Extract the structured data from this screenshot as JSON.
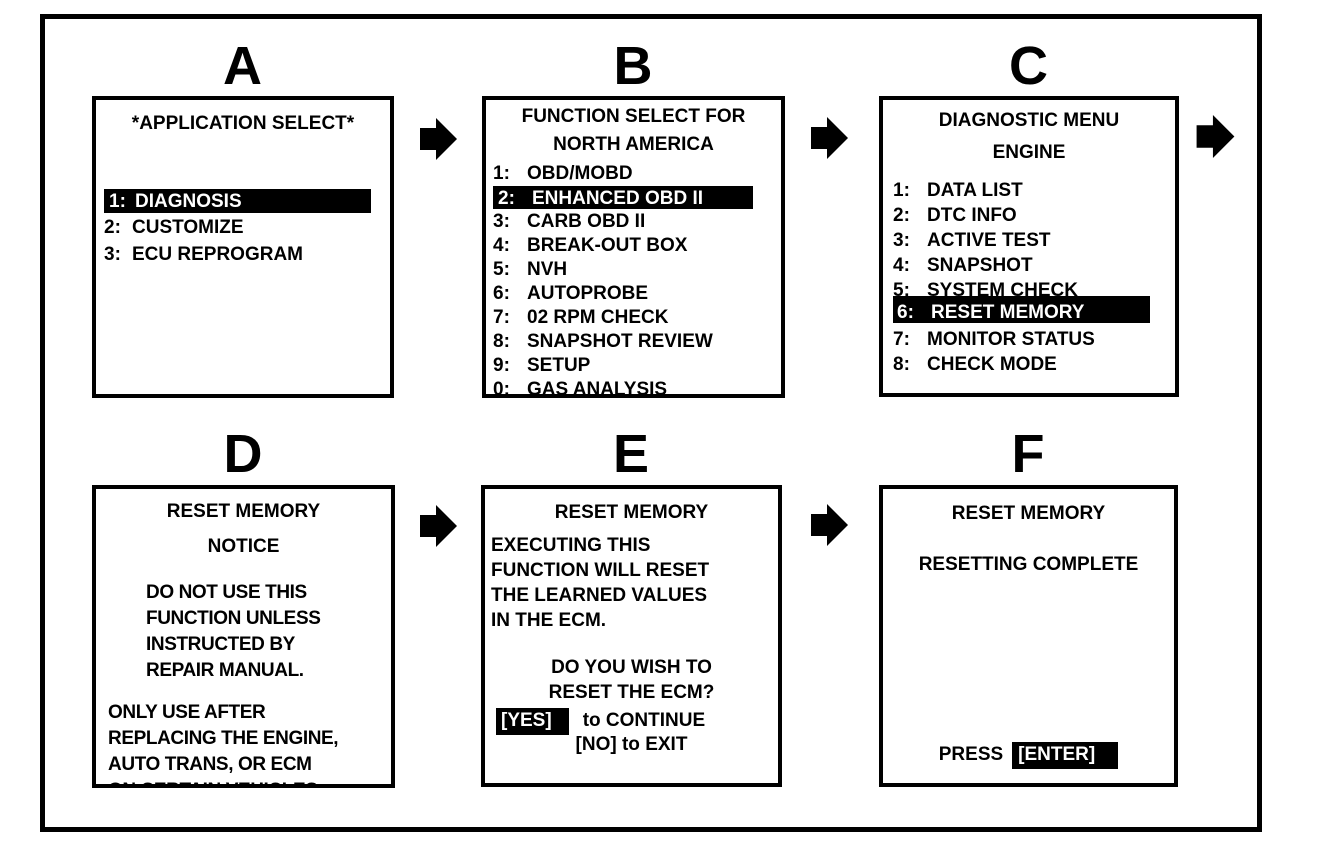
{
  "colors": {
    "ink": "#000000",
    "paper": "#ffffff",
    "highlight_bg": "#000000",
    "highlight_text": "#ffffff"
  },
  "figure": {
    "panels": [
      {
        "letter": "A",
        "title": "*APPLICATION SELECT*",
        "items": [
          {
            "num": "1:",
            "label": "DIAGNOSIS",
            "highlighted": true
          },
          {
            "num": "2:",
            "label": "CUSTOMIZE"
          },
          {
            "num": "3:",
            "label": "ECU REPROGRAM"
          }
        ]
      },
      {
        "letter": "B",
        "title_line1": "FUNCTION SELECT FOR",
        "title_line2": "NORTH AMERICA",
        "items": [
          {
            "num": "1:",
            "label": "OBD/MOBD"
          },
          {
            "num": "2:",
            "label": "ENHANCED OBD II",
            "highlighted": true
          },
          {
            "num": "3:",
            "label": "CARB OBD II"
          },
          {
            "num": "4:",
            "label": "BREAK-OUT BOX"
          },
          {
            "num": "5:",
            "label": "NVH"
          },
          {
            "num": "6:",
            "label": "AUTOPROBE"
          },
          {
            "num": "7:",
            "label": "02 RPM CHECK"
          },
          {
            "num": "8:",
            "label": "SNAPSHOT REVIEW"
          },
          {
            "num": "9:",
            "label": "SETUP"
          },
          {
            "num": "0:",
            "label": "GAS ANALYSIS"
          }
        ]
      },
      {
        "letter": "C",
        "title_line1": "DIAGNOSTIC MENU",
        "title_line2": "ENGINE",
        "items": [
          {
            "num": "1:",
            "label": "DATA LIST"
          },
          {
            "num": "2:",
            "label": "DTC INFO"
          },
          {
            "num": "3:",
            "label": "ACTIVE TEST"
          },
          {
            "num": "4:",
            "label": "SNAPSHOT"
          },
          {
            "num": "5:",
            "label": "SYSTEM CHECK",
            "underlined": true
          },
          {
            "num": "6:",
            "label": "RESET MEMORY",
            "highlighted": true
          },
          {
            "num": "7:",
            "label": "MONITOR STATUS"
          },
          {
            "num": "8:",
            "label": "CHECK MODE"
          }
        ]
      },
      {
        "letter": "D",
        "title_line1": "RESET MEMORY",
        "title_line2": "NOTICE",
        "paragraph1": [
          "DO NOT USE THIS",
          "FUNCTION UNLESS",
          "INSTRUCTED BY",
          "REPAIR MANUAL."
        ],
        "paragraph2": [
          "ONLY USE AFTER",
          "REPLACING THE ENGINE,",
          "AUTO TRANS, OR ECM",
          "ON CERTAIN VEHICLES."
        ]
      },
      {
        "letter": "E",
        "title": "RESET MEMORY",
        "body_lines": [
          "EXECUTING THIS",
          "FUNCTION WILL RESET",
          "THE LEARNED VALUES",
          "IN THE ECM."
        ],
        "prompt_lines": [
          "DO YOU WISH TO",
          "RESET THE ECM?"
        ],
        "yes_key": "[YES]",
        "yes_action": "to CONTINUE",
        "no_line": "[NO] to EXIT"
      },
      {
        "letter": "F",
        "title": "RESET MEMORY",
        "status": "RESETTING COMPLETE",
        "press_label": "PRESS",
        "enter_key": "[ENTER]"
      }
    ]
  }
}
